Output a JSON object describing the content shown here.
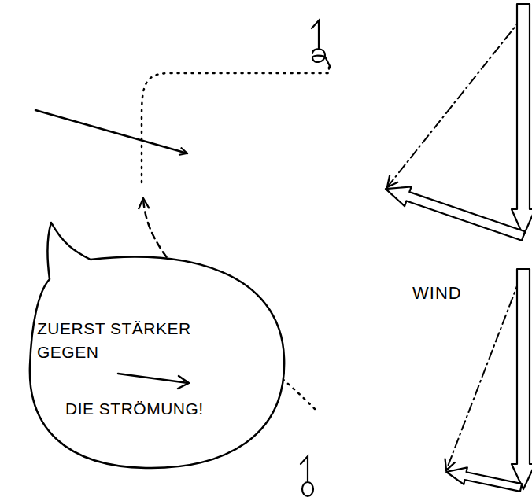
{
  "diagram": {
    "nodes": [
      {
        "text": [
          "ZUERST STÄRKER GEGEN",
          "DIE STRÖMUNG!"
        ]
      }
    ],
    "labels": [
      "WIND"
    ]
  }
}
